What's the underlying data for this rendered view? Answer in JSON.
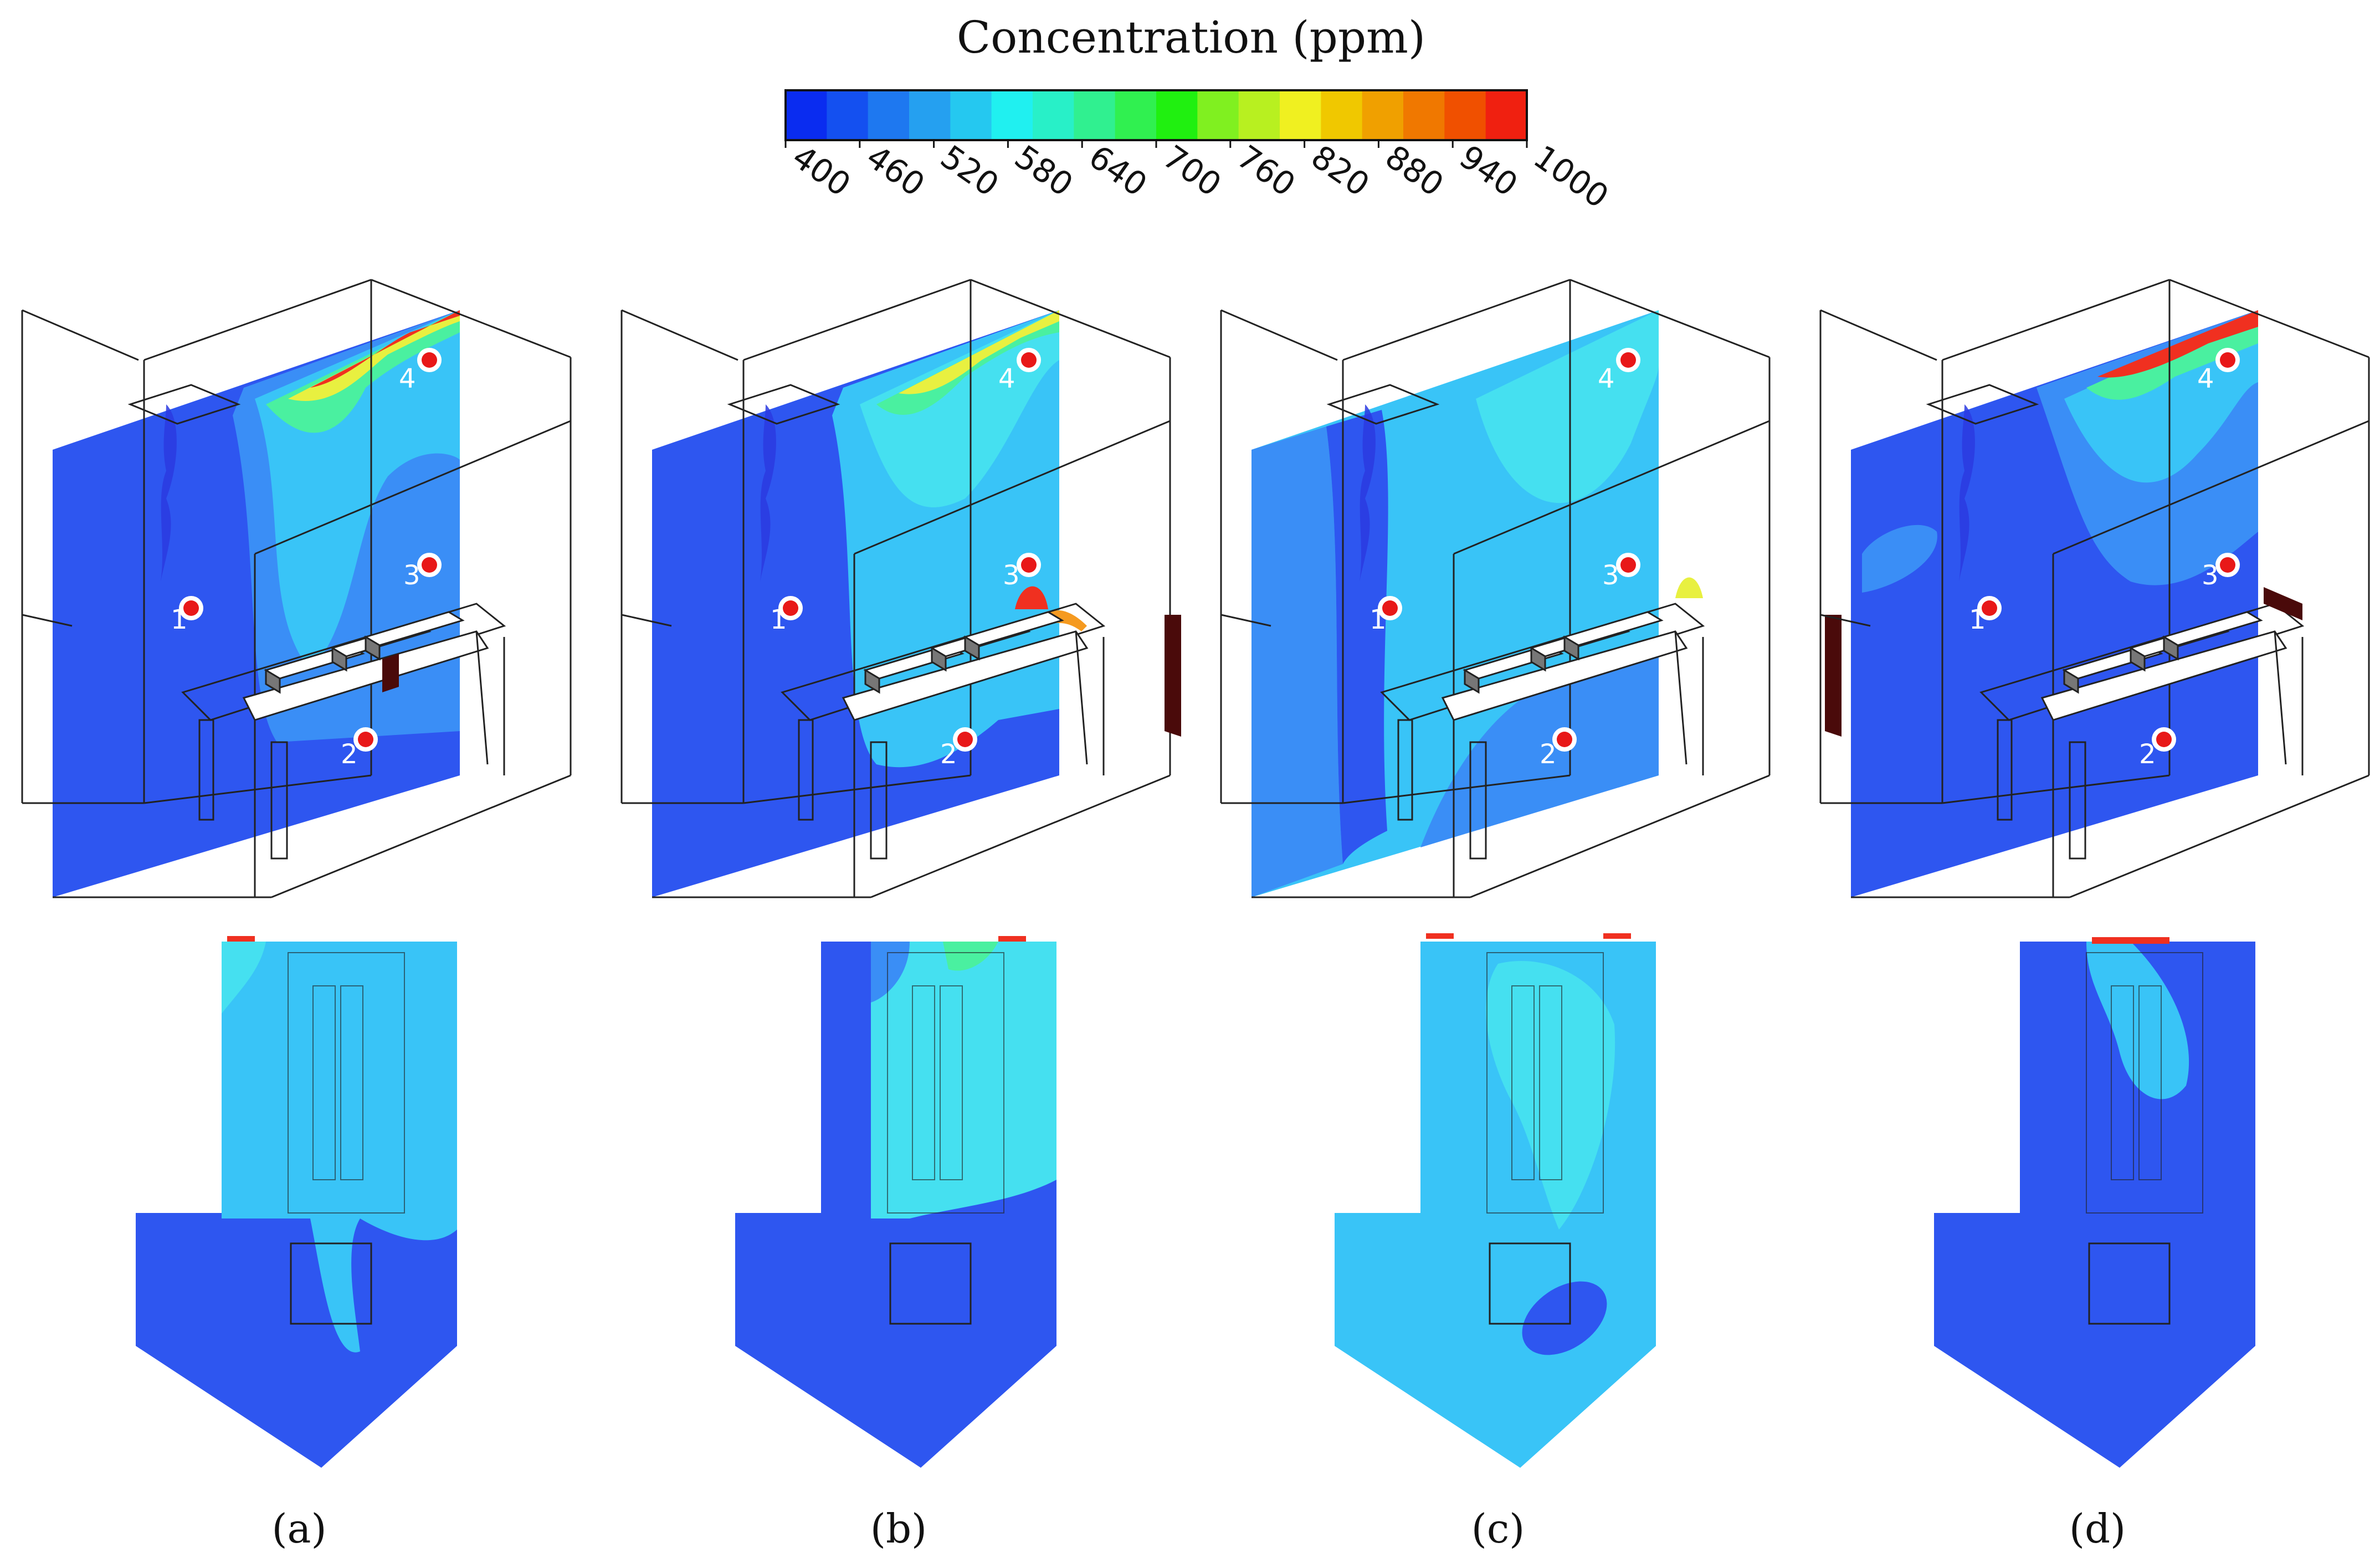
{
  "colorbar": {
    "title": "Concentration (ppm)",
    "min": 400,
    "max": 1000,
    "tick_labels": [
      "400",
      "460",
      "520",
      "580",
      "640",
      "700",
      "760",
      "820",
      "880",
      "940",
      "1000"
    ],
    "colors": [
      "#0a2cf0",
      "#1450f0",
      "#1e78f0",
      "#25a0f0",
      "#25c8f0",
      "#20f0f0",
      "#28f0c8",
      "#30f090",
      "#30f050",
      "#20f010",
      "#80f020",
      "#b8f020",
      "#f0f020",
      "#f0c800",
      "#f0a000",
      "#f07800",
      "#f05000",
      "#f02010"
    ]
  },
  "panels": [
    {
      "label": "(a)",
      "letter": "a",
      "points": [
        "1",
        "2",
        "3",
        "4"
      ]
    },
    {
      "label": "(b)",
      "letter": "b",
      "points": [
        "1",
        "2",
        "3",
        "4"
      ]
    },
    {
      "label": "(c)",
      "letter": "c",
      "points": [
        "1",
        "2",
        "3",
        "4"
      ]
    },
    {
      "label": "(d)",
      "letter": "d",
      "points": [
        "1",
        "2",
        "3",
        "4"
      ]
    }
  ],
  "colors": {
    "base_low": "#2e56f0",
    "low2": "#3a8ef6",
    "mid": "#39c4f7",
    "mid_light": "#45e0f0",
    "green": "#4af0a0",
    "yellow": "#e8f040",
    "orange": "#f59a20",
    "red": "#f03020",
    "marker_red": "#e81818",
    "outlet_dark": "#4a0a0a",
    "outline": "#222222"
  }
}
